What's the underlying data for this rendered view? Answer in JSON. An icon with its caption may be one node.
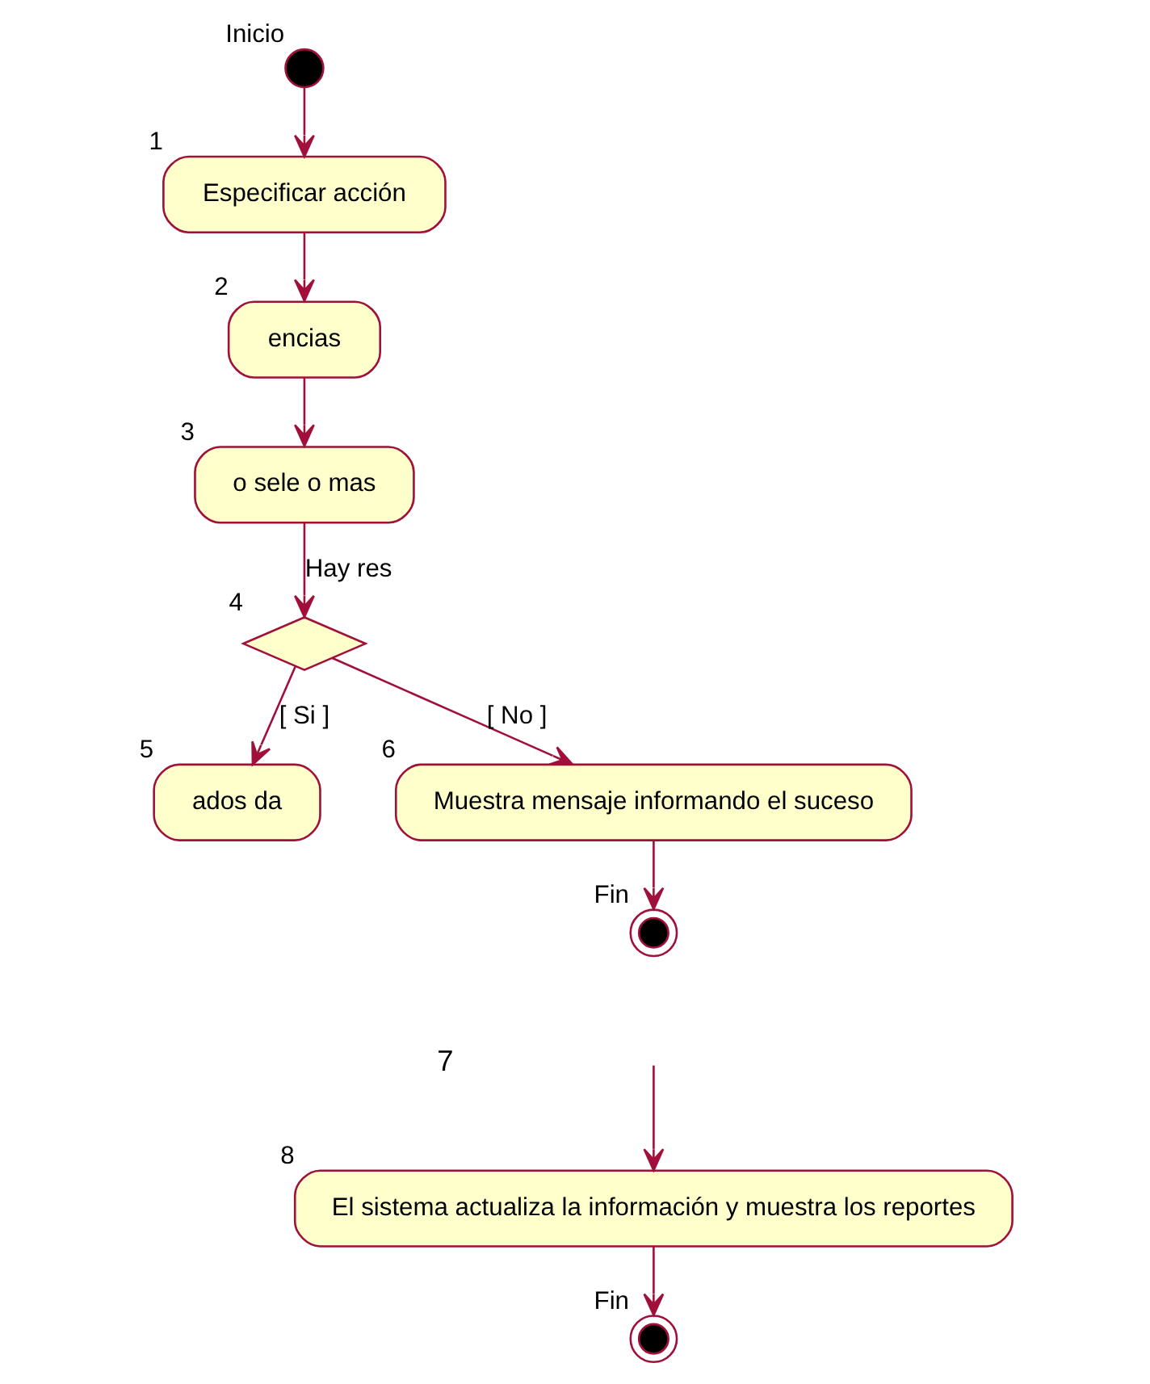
{
  "diagram": {
    "nodes": [
      {
        "text": [],
        "shape": "circle",
        "beside": [
          "Inicio"
        ]
      },
      {
        "text": [
          "Especificar acción"
        ],
        "beside": [
          "1"
        ]
      },
      {
        "text": [
          "encias"
        ],
        "beside": [
          "2"
        ]
      },
      {
        "text": [
          "o sele o mas"
        ],
        "beside": [
          "3"
        ]
      },
      {
        "text": [],
        "shape": "diamond",
        "beside": [
          "4"
        ]
      },
      {
        "text": [
          "ados da"
        ],
        "beside": [
          "5"
        ]
      },
      {
        "text": [
          "Muestra mensaje informando el suceso"
        ],
        "beside": [
          "6"
        ]
      },
      {
        "text": [],
        "shape": "circle",
        "beside": [
          "Fin"
        ]
      },
      {
        "text": [
          "El sistema actualiza la información y muestra los reportes"
        ],
        "beside": [
          "8"
        ]
      },
      {
        "text": [],
        "shape": "circle",
        "beside": [
          "Fin"
        ]
      }
    ],
    "edges": [
      {
        "from": 0,
        "to": 1,
        "arrow": "to"
      },
      {
        "from": 1,
        "to": 2,
        "arrow": "to"
      },
      {
        "from": 2,
        "to": 3,
        "arrow": "to"
      },
      {
        "from": 3,
        "to": 4,
        "arrow": "to",
        "label": "Hay res"
      },
      {
        "from": 4,
        "to": 5,
        "arrow": "to",
        "label": "[ Si ]"
      },
      {
        "from": 4,
        "to": 6,
        "arrow": "to",
        "label": "[ No ]"
      },
      {
        "from": 6,
        "to": 7,
        "arrow": "to"
      },
      {
        "from": null,
        "to": 8,
        "arrow": "to"
      },
      {
        "from": 8,
        "to": 9,
        "arrow": "to"
      }
    ],
    "labels": [
      "7"
    ]
  }
}
